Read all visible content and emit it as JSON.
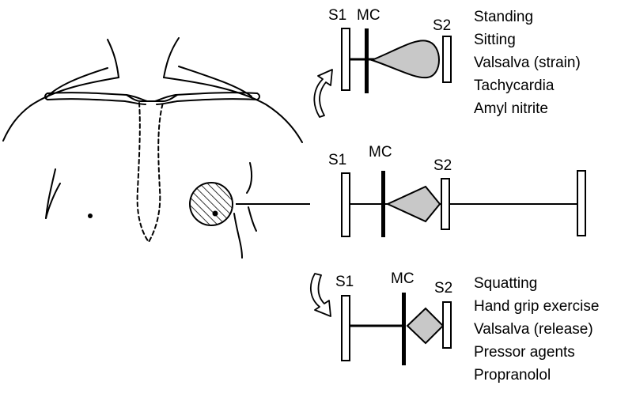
{
  "colors": {
    "line": "#000000",
    "fill": "#c8c8c8",
    "hatch": "#000000",
    "background": "#ffffff"
  },
  "panels": {
    "top": {
      "s1": "S1",
      "mc": "MC",
      "s2": "S2",
      "conditions": [
        "Standing",
        "Sitting",
        "Valsalva (strain)",
        "Tachycardia",
        "Amyl nitrite"
      ]
    },
    "middle": {
      "s1": "S1",
      "mc": "MC",
      "s2": "S2"
    },
    "bottom": {
      "s1": "S1",
      "mc": "MC",
      "s2": "S2",
      "conditions": [
        "Squatting",
        "Hand grip exercise",
        "Valsalva (release)",
        "Pressor agents",
        "Propranolol"
      ]
    }
  },
  "icons": [
    "torso-outline",
    "auscultation-site",
    "curved-arrow-up",
    "curved-arrow-down"
  ]
}
